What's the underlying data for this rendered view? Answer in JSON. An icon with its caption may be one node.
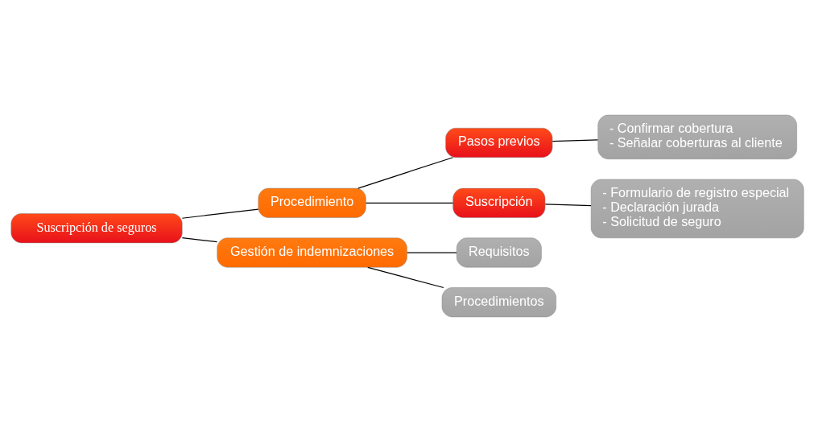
{
  "diagram": {
    "nodes": [
      {
        "text": [
          "Suscripción de seguros"
        ]
      },
      {
        "text": [
          "Procedimiento"
        ]
      },
      {
        "text": [
          "Pasos previos"
        ]
      },
      {
        "text": [
          "- Confirmar cobertura",
          "- Señalar coberturas al cliente"
        ]
      },
      {
        "text": [
          "Suscripción"
        ]
      },
      {
        "text": [
          "- Formulario de registro especial",
          "- Declaración jurada",
          "- Solicitud de seguro"
        ]
      },
      {
        "text": [
          "Gestión de indemnizaciones"
        ]
      },
      {
        "text": [
          "Requisitos"
        ]
      },
      {
        "text": [
          "Procedimientos"
        ]
      }
    ],
    "edges": [
      {
        "from": 0,
        "to": 1,
        "arrow": "none"
      },
      {
        "from": 1,
        "to": 2,
        "arrow": "none"
      },
      {
        "from": 1,
        "to": 4,
        "arrow": "none"
      },
      {
        "from": 2,
        "to": 3,
        "arrow": "none"
      },
      {
        "from": 4,
        "to": 5,
        "arrow": "none"
      },
      {
        "from": 0,
        "to": 6,
        "arrow": "none"
      },
      {
        "from": 6,
        "to": 7,
        "arrow": "none"
      },
      {
        "from": 6,
        "to": 8,
        "arrow": "none"
      }
    ]
  }
}
